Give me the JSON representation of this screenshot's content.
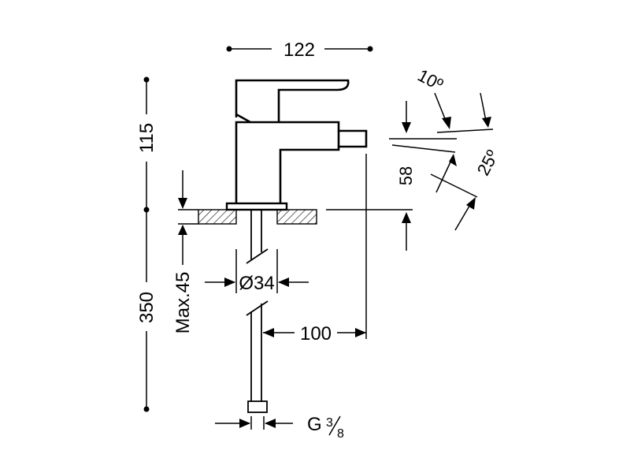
{
  "dimensions": {
    "width_top": "122",
    "spout_height": "115",
    "supply_length": "350",
    "max_counter": "Max.45",
    "hole_diameter": "Ø34",
    "spout_reach": "100",
    "spout_to_counter": "58",
    "thread": "G",
    "thread_num": "3",
    "thread_den": "8",
    "angle_top": "10º",
    "angle_right": "25º"
  },
  "colors": {
    "line": "#000000",
    "background": "#ffffff",
    "hatch": "#000000"
  }
}
